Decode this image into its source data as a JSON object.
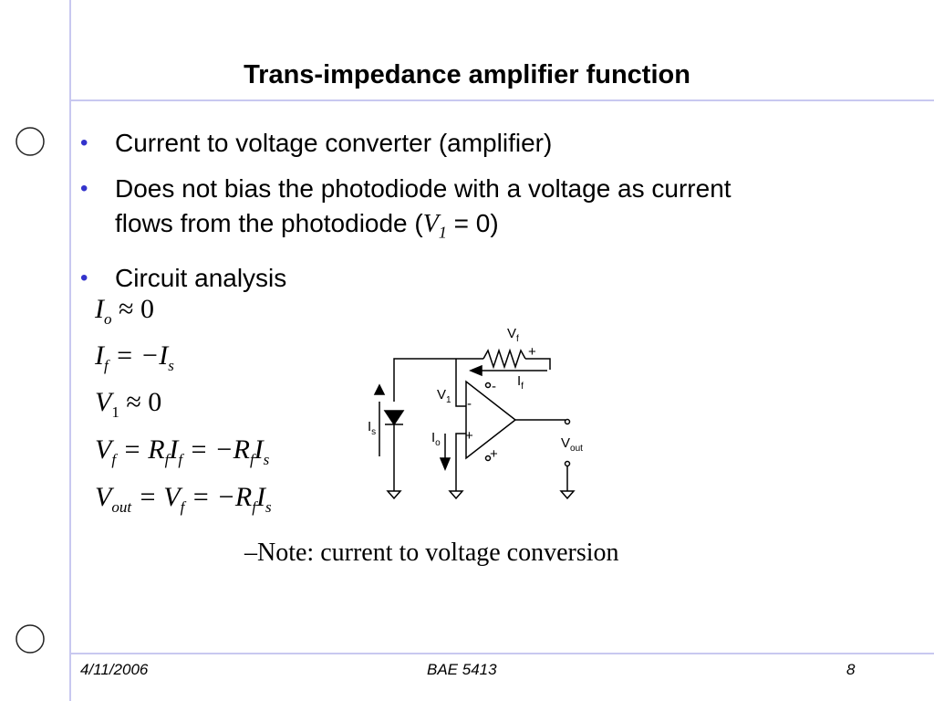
{
  "slide": {
    "title": "Trans-impedance amplifier function",
    "bullets": [
      {
        "text": "Current to voltage converter (amplifier)"
      },
      {
        "text_before": "Does not bias the photodiode with a voltage as current flows from the photodiode (",
        "var_main": "V",
        "var_sub": "1",
        "text_after": " = 0)"
      },
      {
        "text": "Circuit analysis"
      }
    ],
    "note": "–Note: current to voltage conversion"
  },
  "equations": {
    "eq1": {
      "lhs": "I",
      "lhs_sub": "o",
      "rest": " ≈ 0"
    },
    "eq2": {
      "lhs": "I",
      "lhs_sub": "f",
      "rest": " = −I",
      "rest_sub": "s"
    },
    "eq3": {
      "lhs": "V",
      "lhs_sub": "1",
      "rest": " ≈ 0"
    },
    "eq4": {
      "lhs": "V",
      "lhs_sub": "f",
      "p1": " = R",
      "p1_sub": "f",
      "p2": "I",
      "p2_sub": "f",
      "p3": " = −R",
      "p3_sub": "f",
      "p4": "I",
      "p4_sub": "s"
    },
    "eq5": {
      "lhs": "V",
      "lhs_sub": "out",
      "p1": " = V",
      "p1_sub": "f",
      "p2": " = −R",
      "p2_sub": "f",
      "p3": "I",
      "p3_sub": "s"
    }
  },
  "circuit": {
    "vf": "V",
    "vf_sub": "f",
    "plus_top": "+",
    "if": "I",
    "if_sub": "f",
    "minus_fb": "-",
    "v1": "V",
    "v1_sub": "1",
    "minus_in": "-",
    "plus_in": "+",
    "is": "I",
    "is_sub": "s",
    "io": "I",
    "io_sub": "o",
    "vout": "V",
    "vout_sub": "out",
    "plus_bottom": "+"
  },
  "footer": {
    "date": "4/11/2006",
    "course": "BAE 5413",
    "page": "8"
  },
  "colors": {
    "bullet": "#3333cc",
    "guide_line": "#c8c8f0"
  }
}
